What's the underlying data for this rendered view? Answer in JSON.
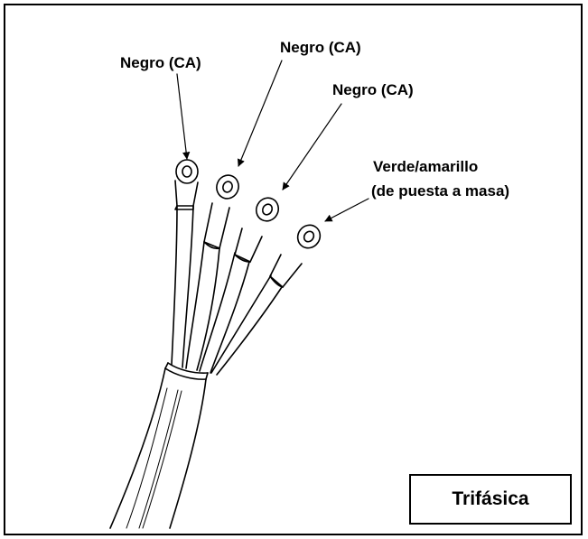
{
  "labels": {
    "wire1": "Negro (CA)",
    "wire2": "Negro (CA)",
    "wire3": "Negro (CA)",
    "ground_line1": "Verde/amarillo",
    "ground_line2": "(de puesta a masa)"
  },
  "badge": "Trifásica",
  "colors": {
    "line": "#000000",
    "background": "#ffffff"
  }
}
